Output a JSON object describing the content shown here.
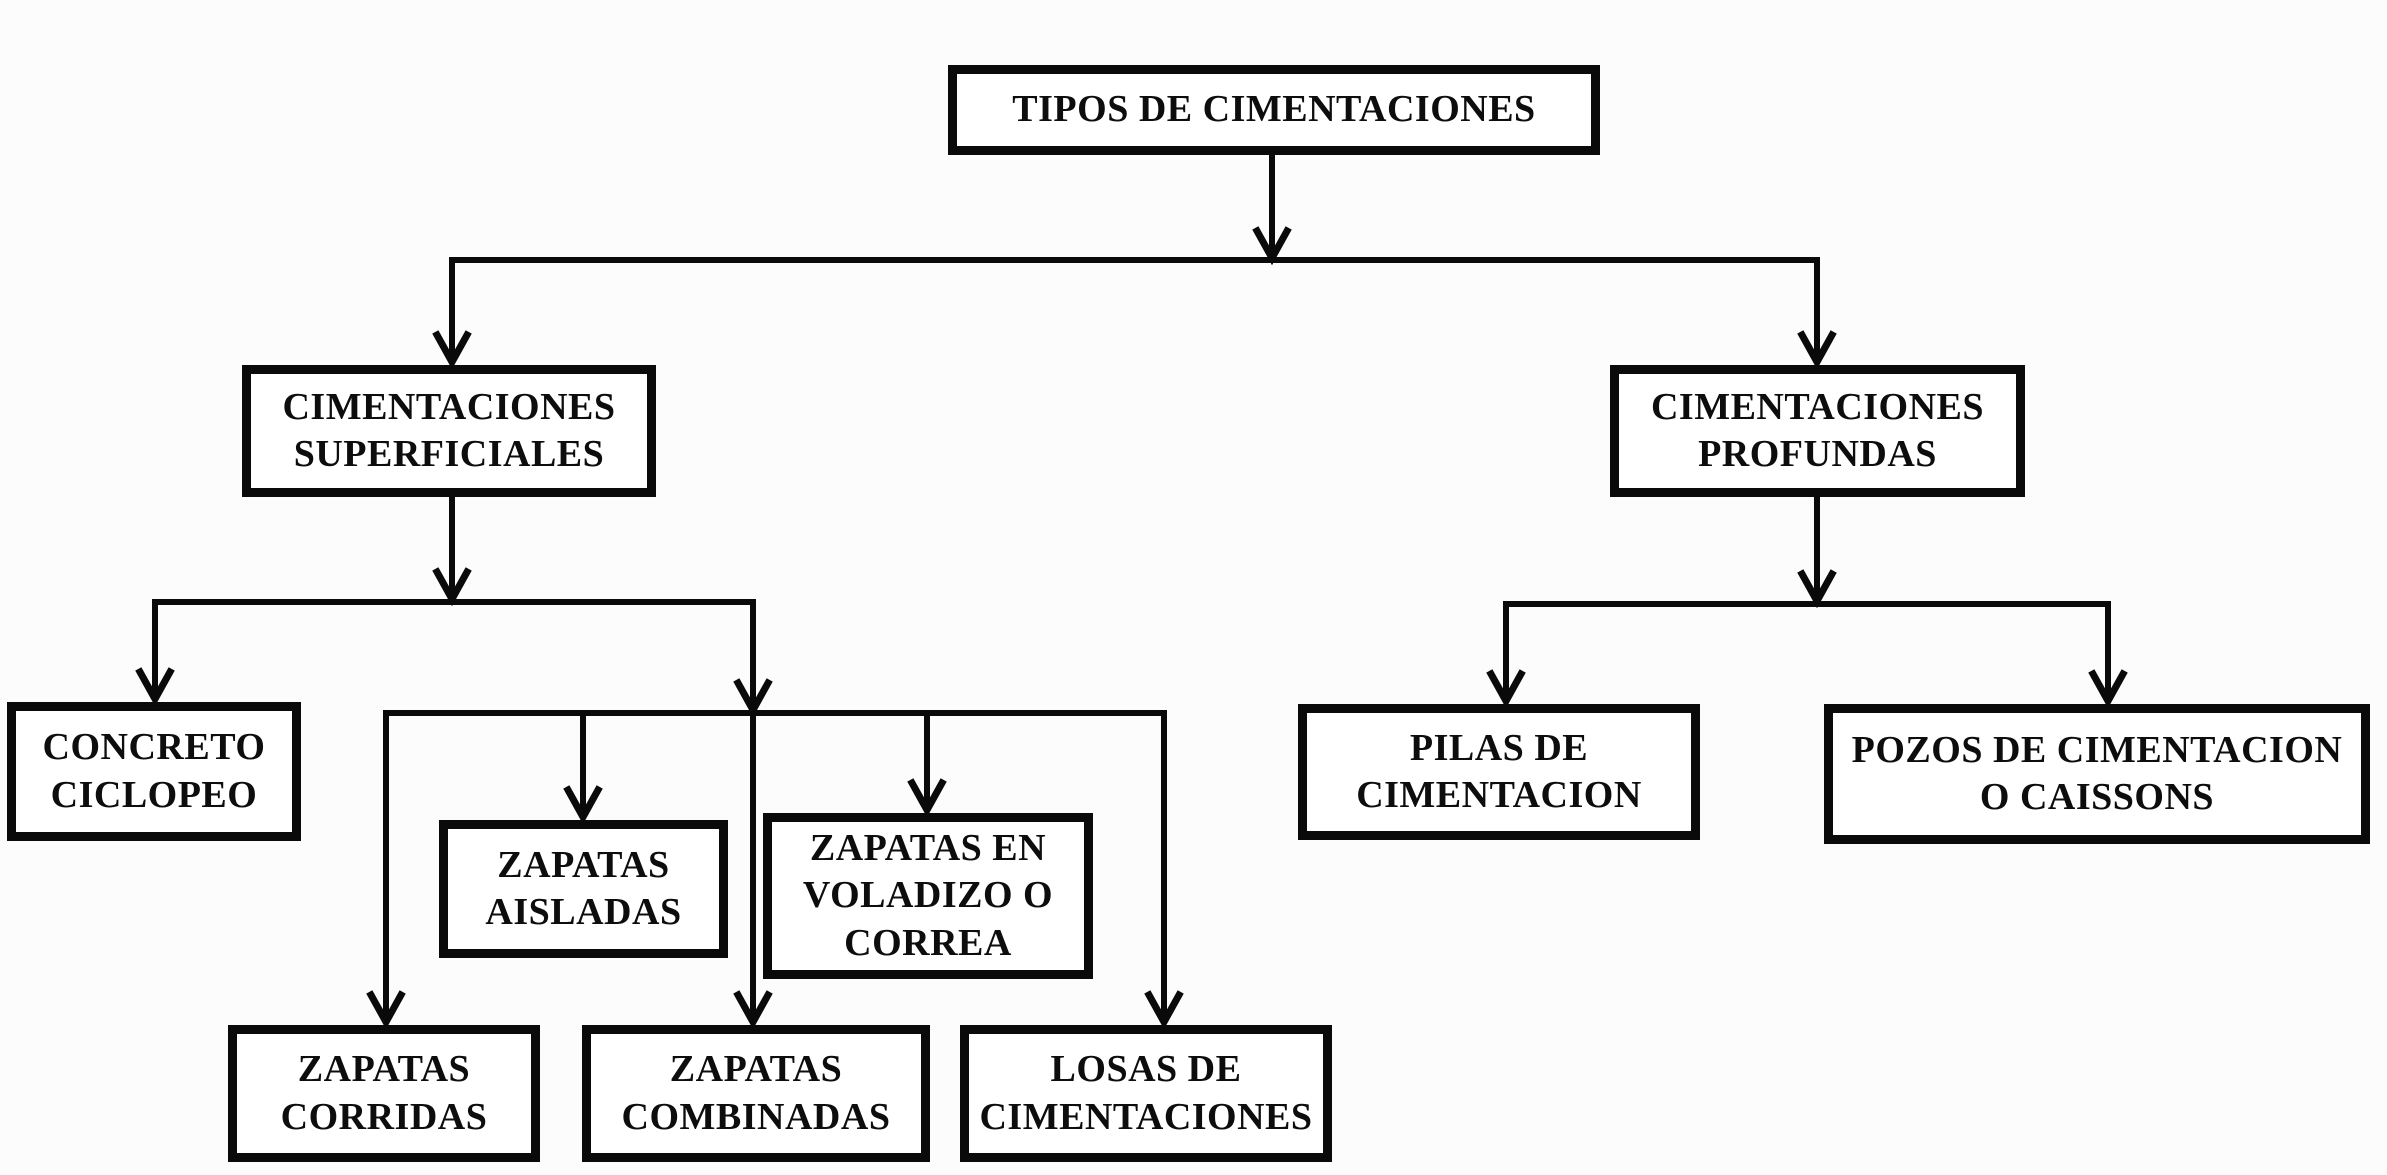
{
  "diagram": {
    "type": "org-chart",
    "title": "TIPOS DE CIMENTACIONES",
    "colors": {
      "background": "#fcfcfc",
      "line": "#0a0a0a",
      "box_fill": "#ffffff",
      "text": "#0d0d0d"
    },
    "nodes": {
      "root": {
        "label": "TIPOS DE CIMENTACIONES"
      },
      "superficiales": {
        "label": "CIMENTACIONES\nSUPERFICIALES"
      },
      "profundas": {
        "label": "CIMENTACIONES\nPROFUNDAS"
      },
      "concreto": {
        "label": "CONCRETO\nCICLOPEO"
      },
      "aisladas": {
        "label": "ZAPATAS\nAISLADAS"
      },
      "voladizo": {
        "label": "ZAPATAS EN\nVOLADIZO O\nCORREA"
      },
      "corridas": {
        "label": "ZAPATAS\nCORRIDAS"
      },
      "combinadas": {
        "label": "ZAPATAS\nCOMBINADAS"
      },
      "losas": {
        "label": "LOSAS DE\nCIMENTACIONES"
      },
      "pilas": {
        "label": "PILAS DE\nCIMENTACION"
      },
      "pozos": {
        "label": "POZOS DE CIMENTACION\nO CAISSONS"
      }
    },
    "edges": [
      {
        "from": "root",
        "to": "superficiales"
      },
      {
        "from": "root",
        "to": "profundas"
      },
      {
        "from": "superficiales",
        "to": "concreto"
      },
      {
        "from": "superficiales",
        "to": "aisladas"
      },
      {
        "from": "superficiales",
        "to": "voladizo"
      },
      {
        "from": "superficiales",
        "to": "corridas"
      },
      {
        "from": "superficiales",
        "to": "combinadas"
      },
      {
        "from": "superficiales",
        "to": "losas"
      },
      {
        "from": "profundas",
        "to": "pilas"
      },
      {
        "from": "profundas",
        "to": "pozos"
      }
    ]
  }
}
